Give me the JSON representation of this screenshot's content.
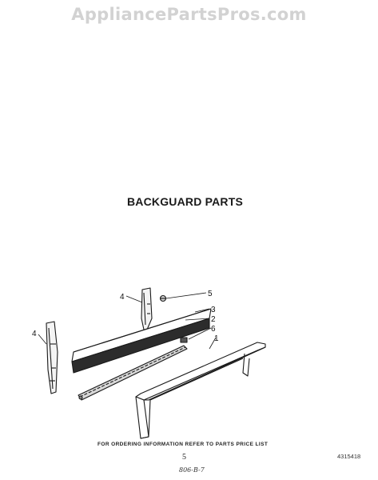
{
  "watermark": {
    "text": "AppliancePartsPros.com"
  },
  "title": "BACKGUARD PARTS",
  "callouts": [
    "1",
    "2",
    "3",
    "4",
    "4",
    "5",
    "6"
  ],
  "footer": {
    "note": "FOR ORDERING INFORMATION REFER TO PARTS PRICE LIST",
    "page_number": "5",
    "part_code": "4315418",
    "handwritten": "806-B-7"
  }
}
